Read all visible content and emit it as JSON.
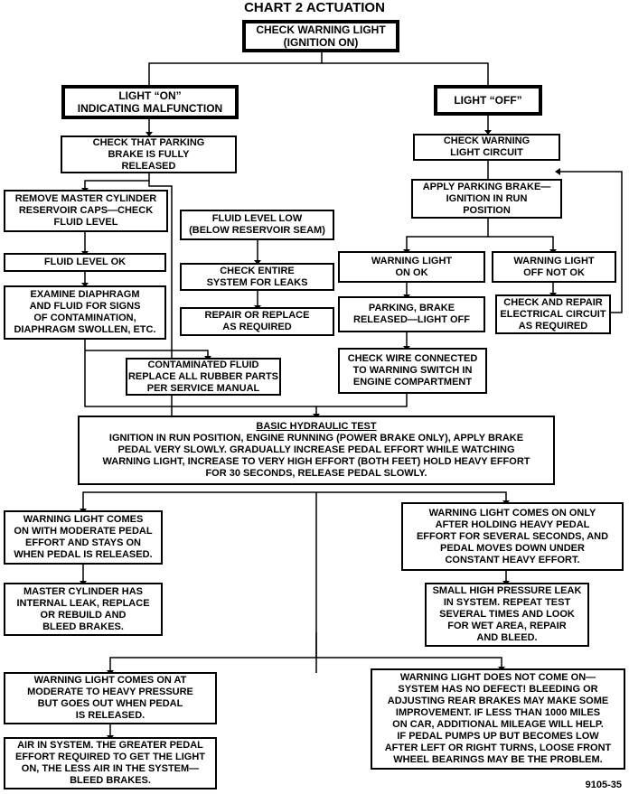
{
  "title": "CHART 2    ACTUATION",
  "boxes": {
    "check_warning_light": [
      "CHECK WARNING LIGHT",
      "(IGNITION ON)"
    ],
    "light_on": [
      "LIGHT “ON”",
      "INDICATING MALFUNCTION"
    ],
    "light_off": [
      "LIGHT “OFF”"
    ],
    "check_parking_brake": [
      "CHECK THAT PARKING",
      "BRAKE IS FULLY",
      "RELEASED"
    ],
    "check_warning_circuit": [
      "CHECK WARNING",
      "LIGHT CIRCUIT"
    ],
    "remove_caps": [
      "REMOVE MASTER CYLINDER",
      "RESERVOIR CAPS—CHECK",
      "FLUID LEVEL"
    ],
    "apply_parking_brake": [
      "APPLY PARKING BRAKE—",
      "IGNITION IN RUN",
      "POSITION"
    ],
    "fluid_level_low": [
      "FLUID LEVEL LOW",
      "(BELOW RESERVOIR SEAM)"
    ],
    "fluid_level_ok": [
      "FLUID LEVEL OK"
    ],
    "check_entire_system": [
      "CHECK ENTIRE",
      "SYSTEM FOR LEAKS"
    ],
    "warning_light_on_ok": [
      "WARNING LIGHT",
      "ON OK"
    ],
    "warning_light_off_not_ok": [
      "WARNING LIGHT",
      "OFF NOT OK"
    ],
    "examine_diaphragm": [
      "EXAMINE DIAPHRAGM",
      "AND FLUID FOR SIGNS",
      "OF CONTAMINATION,",
      "DIAPHRAGM SWOLLEN, ETC."
    ],
    "repair_replace": [
      "REPAIR OR REPLACE",
      "AS REQUIRED"
    ],
    "parking_brake_released": [
      "PARKING, BRAKE",
      "RELEASED—LIGHT OFF"
    ],
    "check_repair_circuit": [
      "CHECK AND REPAIR",
      "ELECTRICAL CIRCUIT",
      "AS REQUIRED"
    ],
    "contaminated_fluid": [
      "CONTAMINATED FLUID",
      "REPLACE ALL RUBBER PARTS",
      "PER SERVICE MANUAL"
    ],
    "check_wire": [
      "CHECK WIRE CONNECTED",
      "TO WARNING SWITCH IN",
      "ENGINE COMPARTMENT"
    ],
    "basic_test_heading": "BASIC HYDRAULIC TEST",
    "basic_test": [
      "IGNITION IN RUN POSITION, ENGINE RUNNING (POWER BRAKE ONLY), APPLY BRAKE",
      "PEDAL VERY SLOWLY. GRADUALLY INCREASE PEDAL EFFORT WHILE WATCHING",
      "WARNING LIGHT, INCREASE TO VERY HIGH EFFORT (BOTH FEET) HOLD HEAVY EFFORT",
      "FOR 30 SECONDS, RELEASE PEDAL SLOWLY."
    ],
    "light_moderate_stays": [
      "WARNING LIGHT COMES",
      "ON WITH MODERATE PEDAL",
      "EFFORT AND STAYS ON",
      "WHEN PEDAL IS RELEASED."
    ],
    "light_only_after_heavy": [
      "WARNING LIGHT COMES ON ONLY",
      "AFTER HOLDING HEAVY PEDAL",
      "EFFORT FOR SEVERAL SECONDS, AND",
      "PEDAL MOVES DOWN UNDER",
      "CONSTANT HEAVY EFFORT."
    ],
    "master_cylinder_leak": [
      "MASTER CYLINDER HAS",
      "INTERNAL LEAK, REPLACE",
      "OR REBUILD AND",
      "BLEED BRAKES."
    ],
    "small_leak": [
      "SMALL HIGH PRESSURE LEAK",
      "IN SYSTEM. REPEAT TEST",
      "SEVERAL TIMES AND LOOK",
      "FOR WET AREA, REPAIR",
      "AND BLEED."
    ],
    "light_on_goes_out": [
      "WARNING LIGHT COMES ON AT",
      "MODERATE TO HEAVY PRESSURE",
      "BUT GOES OUT WHEN PEDAL",
      "IS RELEASED."
    ],
    "light_does_not_come_on": [
      "WARNING LIGHT DOES NOT COME ON—",
      "SYSTEM HAS NO DEFECT! BLEEDING OR",
      "ADJUSTING REAR BRAKES MAY MAKE SOME",
      "IMPROVEMENT. IF LESS THAN 1000 MILES",
      "ON CAR, ADDITIONAL MILEAGE WILL HELP.",
      "IF PEDAL PUMPS UP BUT BECOMES LOW",
      "AFTER LEFT OR RIGHT TURNS, LOOSE FRONT",
      "WHEEL BEARINGS MAY BE THE PROBLEM."
    ],
    "air_in_system": [
      "AIR IN SYSTEM. THE GREATER PEDAL",
      "EFFORT REQUIRED TO GET THE LIGHT",
      "ON, THE LESS AIR IN THE SYSTEM—",
      "BLEED BRAKES."
    ]
  },
  "figure_code": "9105-35"
}
